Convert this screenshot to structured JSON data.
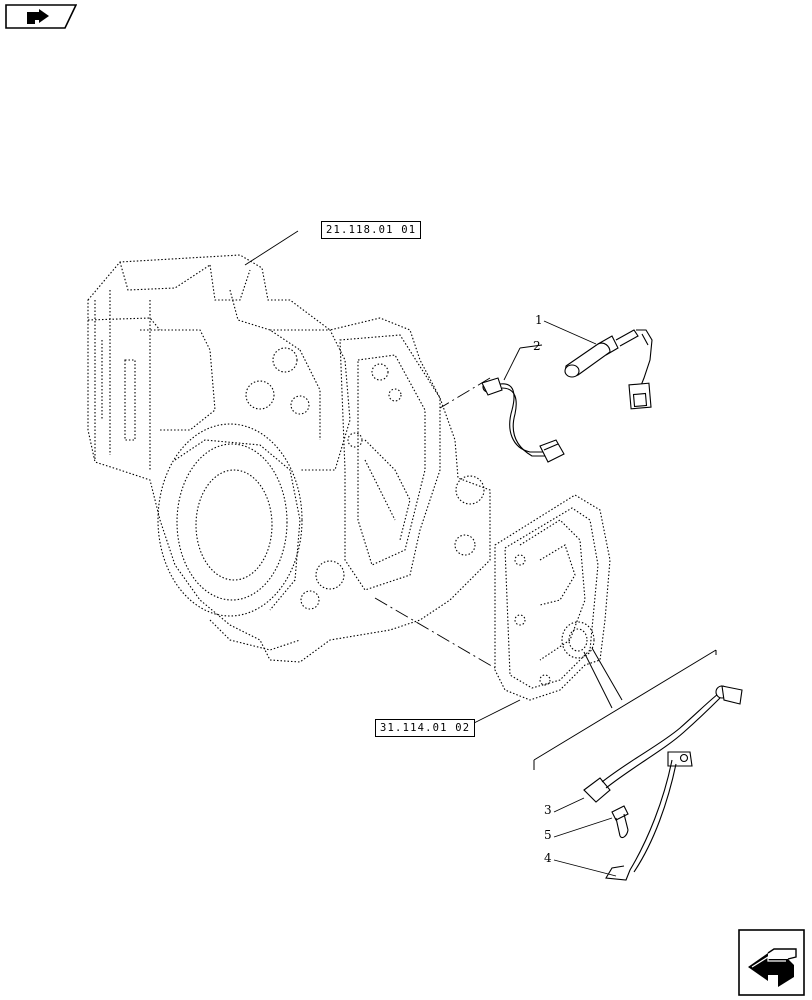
{
  "figure": {
    "refs": {
      "upper": "21.118.01 01",
      "lower": "31.114.01 02"
    },
    "callouts": [
      "1",
      "2",
      "3",
      "5",
      "4"
    ]
  },
  "navigation": {
    "top_tab_icon": "arrow-right-icon",
    "bottom_arrow_icon": "arrow-return-icon"
  }
}
